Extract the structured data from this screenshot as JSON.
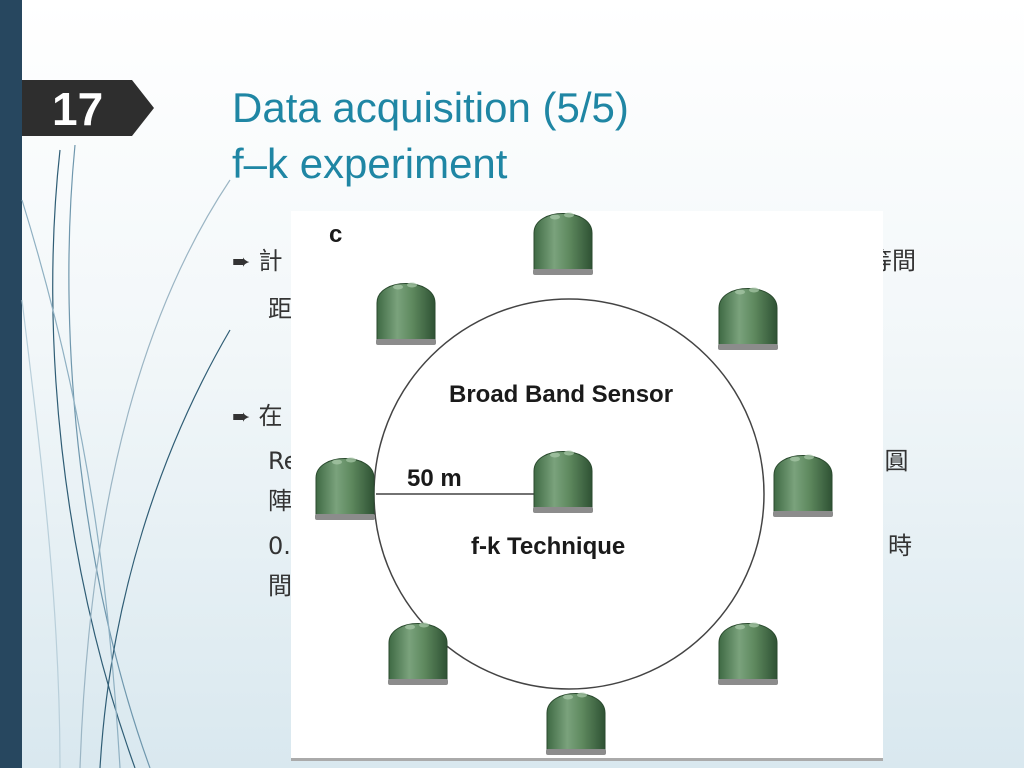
{
  "slide": {
    "number": "17",
    "title_line1": "Data acquisition (5/5)",
    "title_line2": "f–k experiment"
  },
  "bullets": {
    "b1_line1_left": "計",
    "b1_line1_right": "等間",
    "b1_line2_left": "距",
    "b2_line1_left": "在",
    "b2_line2_left": "Re",
    "b2_line2_right": "ri圓",
    "b2_line3_left": "陣",
    "b2_line4_left": "0.",
    "b2_line4_right": "時",
    "b2_line5_left": "間"
  },
  "figure": {
    "panel_label": "c",
    "sensor_label": "Broad Band Sensor",
    "radius_label": "50 m",
    "technique_label": "f-k Technique"
  },
  "icons": {
    "bullet": "arrow-bullet-icon",
    "sensor": "seismometer-icon"
  },
  "colors": {
    "title": "#1f86a4",
    "left_bar": "#27475f",
    "slide_number_bg": "#2e2e2e",
    "sensor_green": "#5f8a5f"
  }
}
